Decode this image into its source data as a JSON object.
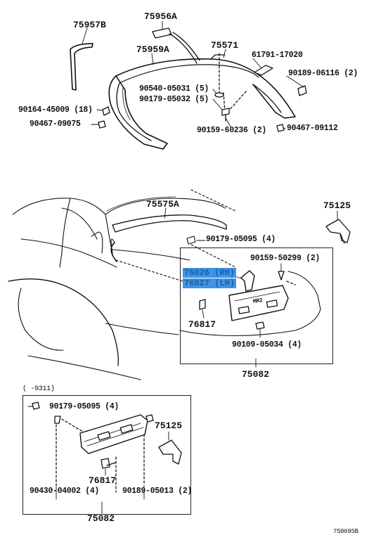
{
  "diagram": {
    "sheet_code": "750695B",
    "callouts": {
      "p75957B": "75957B",
      "p75956A": "75956A",
      "p75959A": "75959A",
      "p75571": "75571",
      "p61791": "61791-17020",
      "p90189a": "90189-06116 (2)",
      "p90540": "90540-05031 (5)",
      "p90179a": "90179-05032 (5)",
      "p90164": "90164-45009 (18)",
      "p90467a": "90467-09075",
      "p90159a": "90159-60236 (2)",
      "p90467b": "90467-09112",
      "p75575A": "75575A",
      "p75125a": "75125",
      "p90179b": "90179-05095 (4)",
      "p90159b": "90159-50299 (2)",
      "p76826": "76826 (RH)",
      "p76827": "76827 (LH)",
      "p76817a": "76817",
      "p90109": "90109-05034 (4)",
      "p75082a": "75082",
      "p9311": "(    -9311)",
      "p90179c": "90179-05095 (4)",
      "p75125b": "75125",
      "p76817b": "76817",
      "p90430": "90430-04002 (4)",
      "p90189b": "90189-05013 (2)",
      "p75082b": "75082"
    },
    "plate_text": "MR2"
  }
}
